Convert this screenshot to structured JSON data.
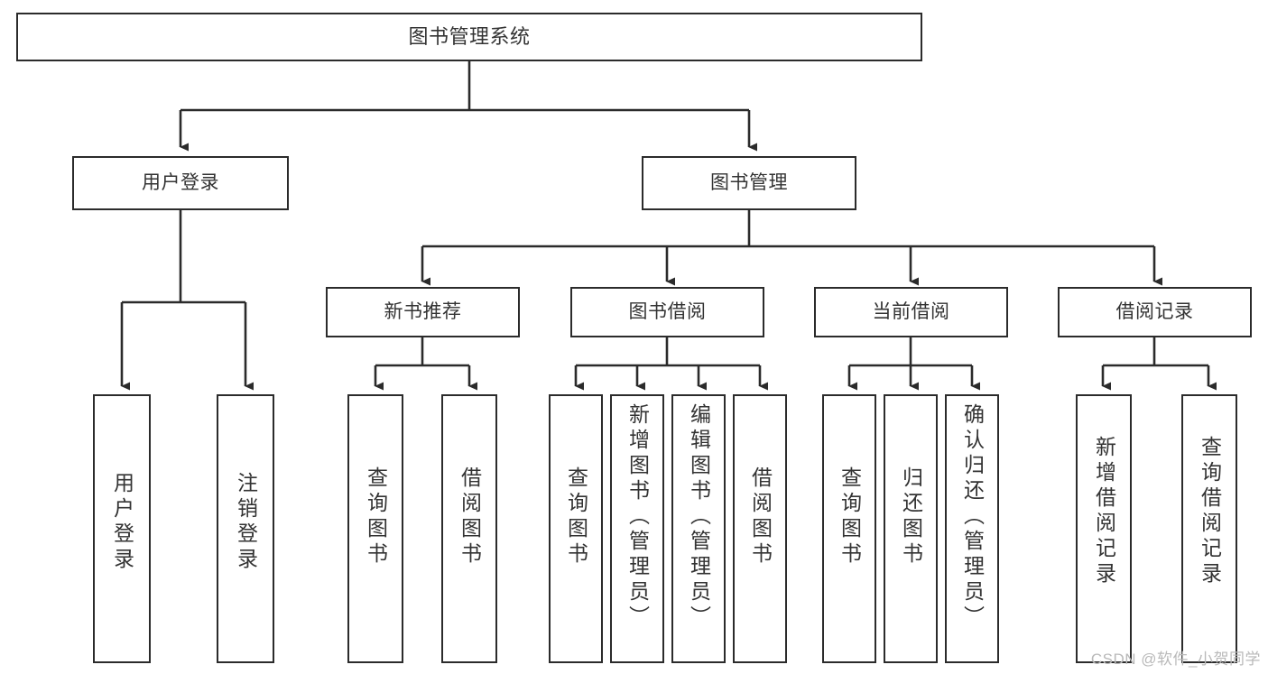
{
  "diagram": {
    "title": "图书管理系统",
    "type": "tree-hierarchy-chart",
    "orientation": "top-down",
    "colors": {
      "stroke": "#2b2b2b",
      "text": "#333333",
      "background": "#ffffff",
      "watermark": "#b9b9b9"
    },
    "watermark": "CSDN @软件_小贺同学",
    "nodes": {
      "root": {
        "label": "图书管理系统"
      },
      "level1": [
        {
          "label": "用户登录"
        },
        {
          "label": "图书管理"
        }
      ],
      "level2": [
        {
          "label": "新书推荐"
        },
        {
          "label": "图书借阅"
        },
        {
          "label": "当前借阅"
        },
        {
          "label": "借阅记录"
        }
      ],
      "leaves": {
        "user_login": [
          {
            "label": "用户登录"
          },
          {
            "label": "注销登录"
          }
        ],
        "new_book_recommend": [
          {
            "label": "查询图书"
          },
          {
            "label": "借阅图书"
          }
        ],
        "book_borrow": [
          {
            "label": "查询图书"
          },
          {
            "label": "新增图书（管理员）"
          },
          {
            "label": "编辑图书（管理员）"
          },
          {
            "label": "借阅图书"
          }
        ],
        "current_borrow": [
          {
            "label": "查询图书"
          },
          {
            "label": "归还图书"
          },
          {
            "label": "确认归还（管理员）"
          }
        ],
        "borrow_record": [
          {
            "label": "新增借阅记录"
          },
          {
            "label": "查询借阅记录"
          }
        ]
      }
    }
  }
}
